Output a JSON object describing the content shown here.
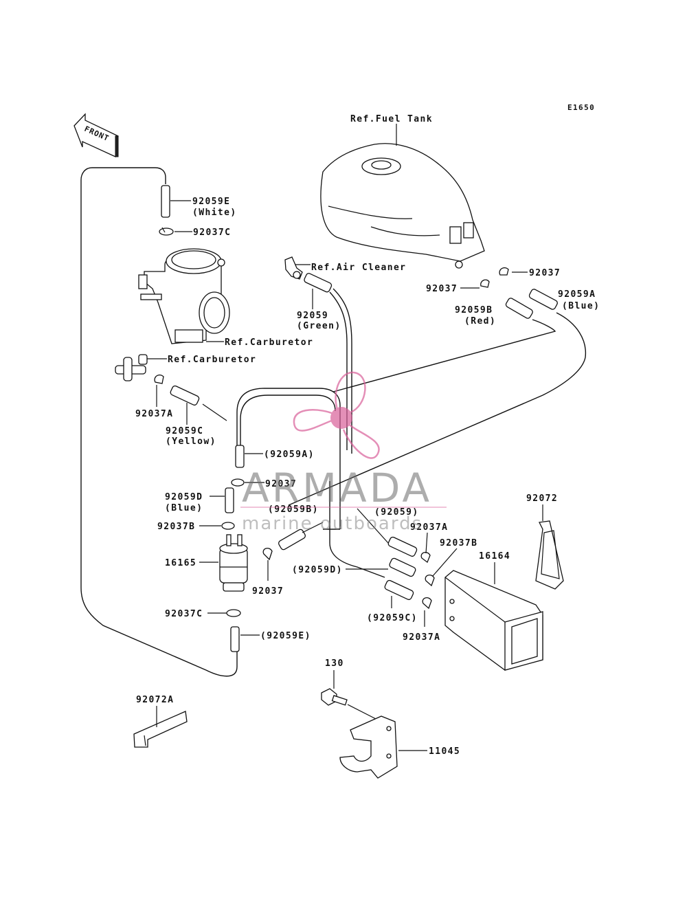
{
  "diagram_code": "E1650",
  "front_label": "FRONT",
  "labels": {
    "fuel_tank": "Ref.Fuel Tank",
    "air_cleaner": "Ref.Air Cleaner",
    "carburetor_1": "Ref.Carburetor",
    "carburetor_2": "Ref.Carburetor",
    "p92059E": "92059E",
    "p92059E_color": "(White)",
    "p92037C_top": "92037C",
    "p92059": "92059",
    "p92059_color": "(Green)",
    "p92037_right": "92037",
    "p92037_right2": "92037",
    "p92059A": "92059A",
    "p92059A_color": "(Blue)",
    "p92059B": "92059B",
    "p92059B_color": "(Red)",
    "p92037A_left": "92037A",
    "p92059C": "92059C",
    "p92059C_color": "(Yellow)",
    "p92059A_ref": "(92059A)",
    "p92037_mid": "92037",
    "p92059D": "92059D",
    "p92059D_color": "(Blue)",
    "p92059B_ref": "(92059B)",
    "p92059_ref": "(92059)",
    "p92037A_right": "92037A",
    "p92037B_left": "92037B",
    "p92037B_right": "92037B",
    "p16165": "16165",
    "p92037_pump": "92037",
    "p92059D_ref": "(92059D)",
    "p16164": "16164",
    "p92059C_ref": "(92059C)",
    "p92037A_bottom": "92037A",
    "p92037C_bottom": "92037C",
    "p92059E_ref": "(92059E)",
    "p92072": "92072",
    "p130": "130",
    "p92072A": "92072A",
    "p11045": "11045"
  },
  "watermark": {
    "brand": "ARMADA",
    "tagline": "marine outboards",
    "logo_color": "#d9609a"
  }
}
